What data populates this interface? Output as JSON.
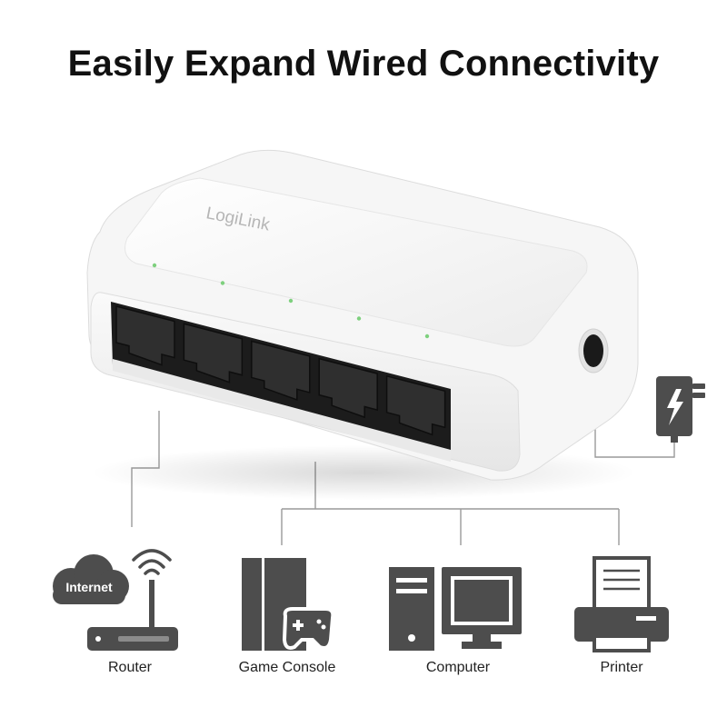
{
  "headline": "Easily Expand Wired Connectivity",
  "brand_logo": "LogiLink",
  "colors": {
    "icon_fill": "#4d4d4d",
    "line": "#9a9a9a",
    "device_body": "#f7f7f7",
    "led": "#7ed07e",
    "headline": "#111111"
  },
  "devices": [
    {
      "name": "Router",
      "icon": "router-icon",
      "badge": "Internet"
    },
    {
      "name": "Game Console",
      "icon": "game-console-icon"
    },
    {
      "name": "Computer",
      "icon": "computer-icon"
    },
    {
      "name": "Printer",
      "icon": "printer-icon"
    }
  ],
  "power": {
    "icon": "power-adapter-icon"
  },
  "switch": {
    "ports": 5,
    "leds": 5
  }
}
